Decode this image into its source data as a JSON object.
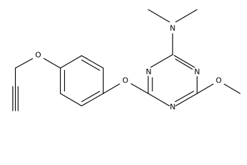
{
  "atoms": {
    "ring_nitrogen_top": "N",
    "ring_nitrogen_right": "N",
    "ring_nitrogen_bottom": "N",
    "dimethylamino_nitrogen": "N",
    "methoxy_oxygen": "O",
    "aryl_ether_oxygen": "O",
    "propargyl_oxygen": "O"
  }
}
